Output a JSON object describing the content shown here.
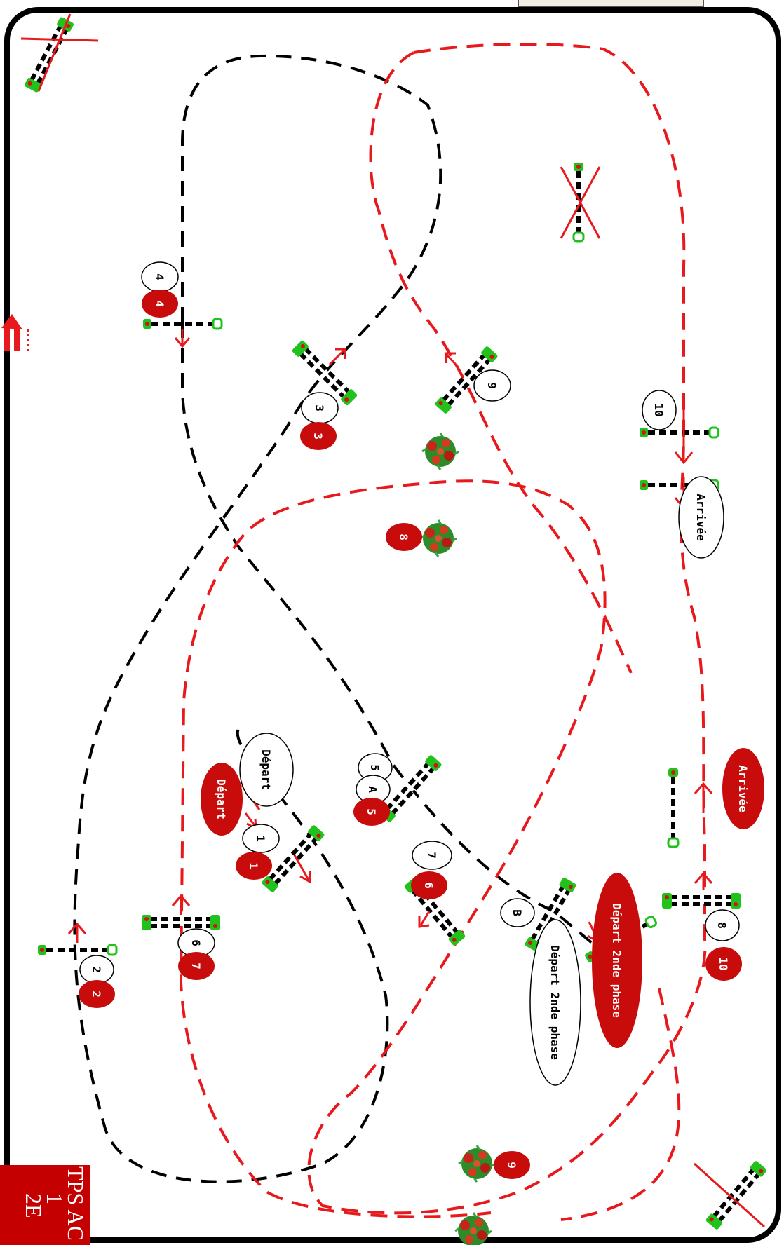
{
  "title_box": {
    "line1": "TPS AC",
    "line2": "1",
    "line3": "2E"
  },
  "colors": {
    "black_route": "#000000",
    "red_route": "#e8191c",
    "badge_red": "#c80b0b",
    "frame": "#000000"
  },
  "white_labels": {
    "n1": "1",
    "n2": "2",
    "n3": "3",
    "n4": "4",
    "n5": "5",
    "nA": "A",
    "n6": "6",
    "n7": "7",
    "n8": "8",
    "n9": "9",
    "n10": "10",
    "nB": "B",
    "depart": "Départ",
    "depart2": "Départ 2nde phase",
    "arrivee": "Arrivée"
  },
  "red_labels": {
    "n1": "1",
    "n2": "2",
    "n3": "3",
    "n4": "4",
    "n5": "5",
    "n6": "6",
    "n7": "7",
    "n8": "8",
    "n9": "9",
    "n10": "10",
    "depart": "Départ",
    "depart2": "Départ 2nde phase",
    "arrivee": "Arrivée"
  },
  "icons": [
    "obstacle-icon",
    "flower-pot-icon",
    "direction-arrow-icon",
    "crossed-obstacle-icon"
  ]
}
